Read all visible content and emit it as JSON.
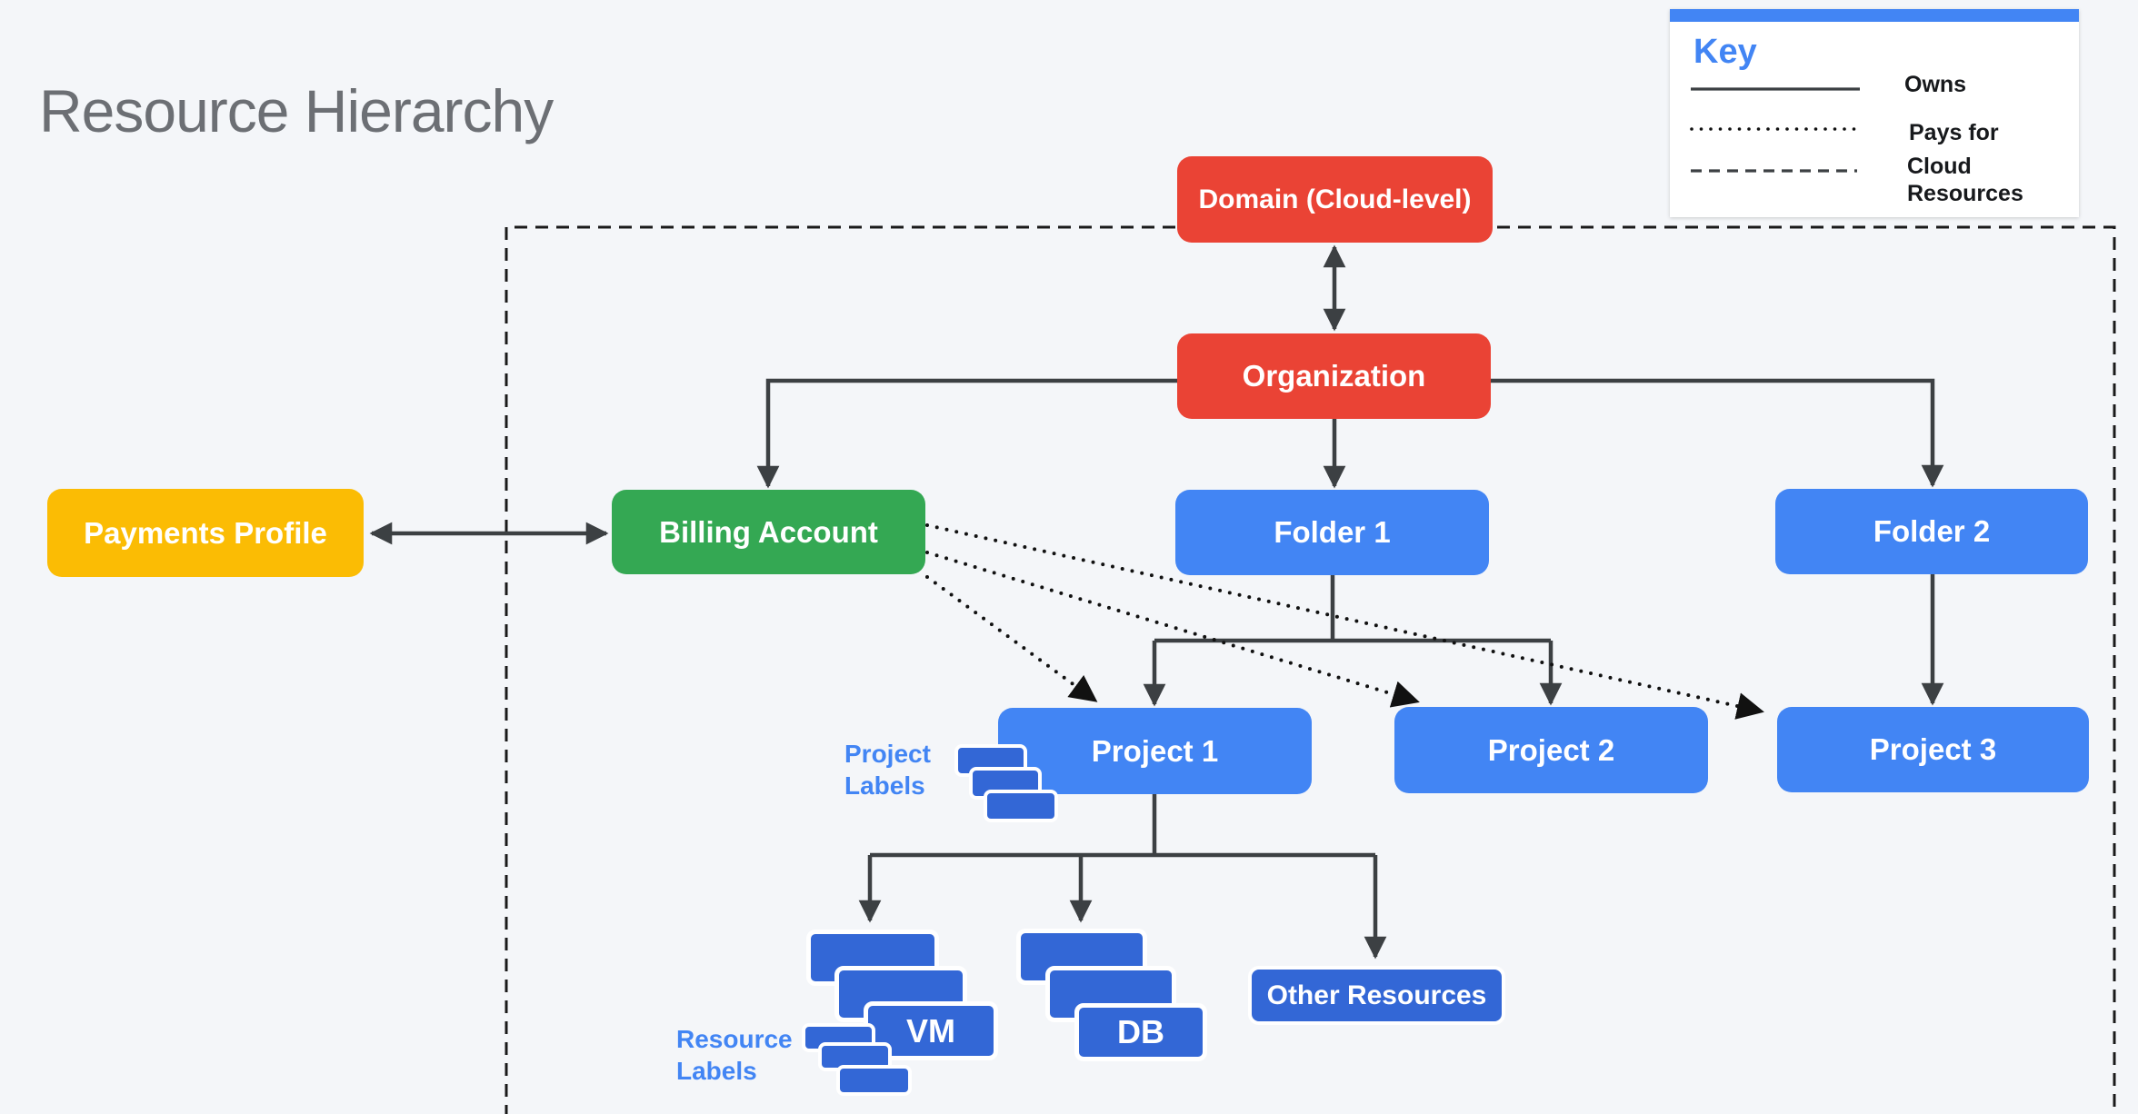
{
  "title": "Resource Hierarchy",
  "key": {
    "heading": "Key",
    "items": [
      {
        "style": "solid",
        "label": "Owns"
      },
      {
        "style": "dotted",
        "label": "Pays for"
      },
      {
        "style": "dashed",
        "label": "Cloud Resources"
      }
    ]
  },
  "nodes": {
    "domain": "Domain (Cloud-level)",
    "organization": "Organization",
    "payments_profile": "Payments Profile",
    "billing_account": "Billing Account",
    "folder1": "Folder 1",
    "folder2": "Folder 2",
    "project1": "Project 1",
    "project2": "Project 2",
    "project3": "Project 3",
    "vm": "VM",
    "db": "DB",
    "other_resources": "Other Resources"
  },
  "annotations": {
    "project_labels": "Project Labels",
    "resource_labels": "Resource Labels"
  },
  "colors": {
    "background": "#F4F6F9",
    "red": "#EA4335",
    "green": "#34A853",
    "yellow": "#FBBC04",
    "blue": "#4285F4",
    "dark_blue": "#3367D6",
    "line_gray": "#3C4043",
    "dotted_black": "#111111",
    "title_gray": "#6C6F74"
  }
}
